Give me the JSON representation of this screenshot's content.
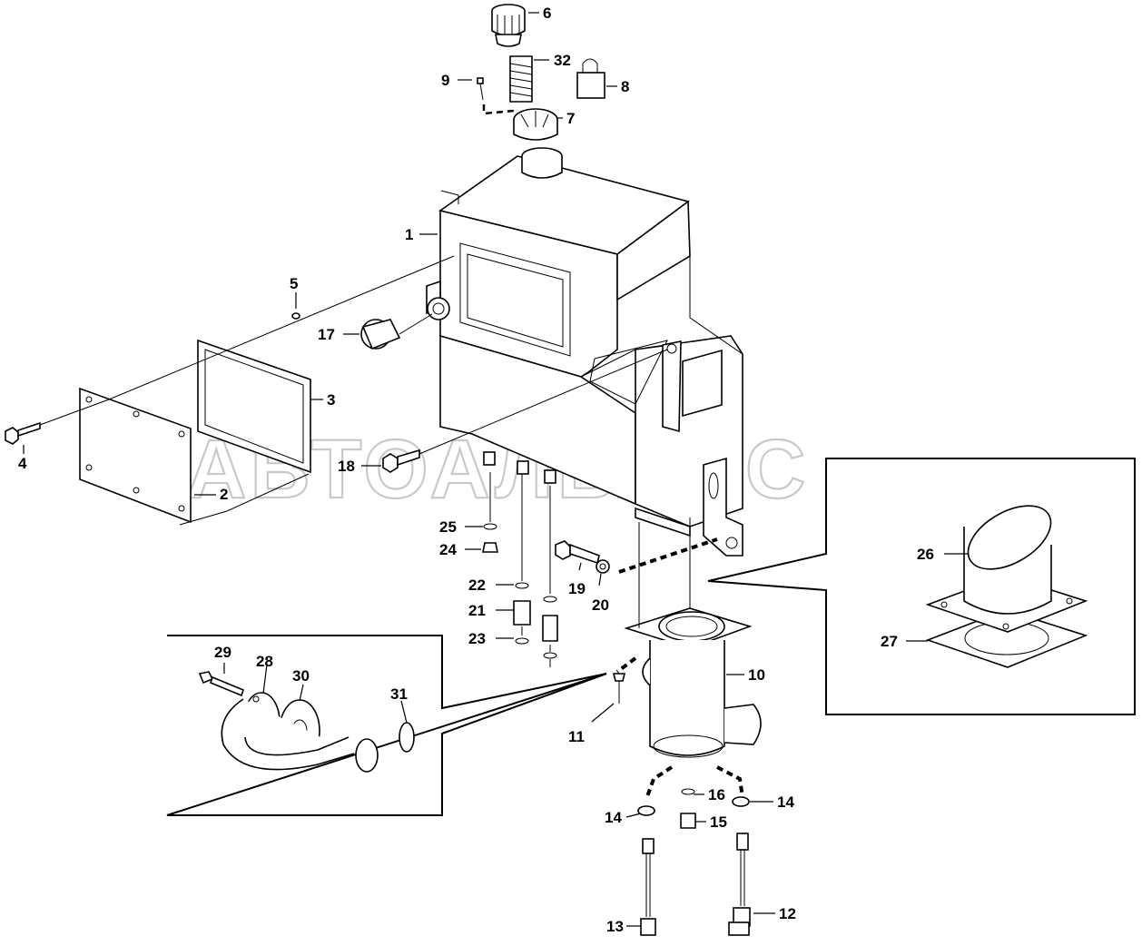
{
  "watermark": "АВТОАЛЬЯНС",
  "callouts": {
    "c1": "1",
    "c2": "2",
    "c3": "3",
    "c4": "4",
    "c5": "5",
    "c6": "6",
    "c7": "7",
    "c8": "8",
    "c9": "9",
    "c10": "10",
    "c11": "11",
    "c12": "12",
    "c13": "13",
    "c14a": "14",
    "c14b": "14",
    "c15": "15",
    "c16": "16",
    "c17": "17",
    "c18": "18",
    "c19": "19",
    "c20": "20",
    "c21": "21",
    "c22": "22",
    "c23": "23",
    "c24": "24",
    "c25": "25",
    "c26": "26",
    "c27": "27",
    "c28": "28",
    "c29": "29",
    "c30": "30",
    "c31": "31",
    "c32": "32"
  }
}
